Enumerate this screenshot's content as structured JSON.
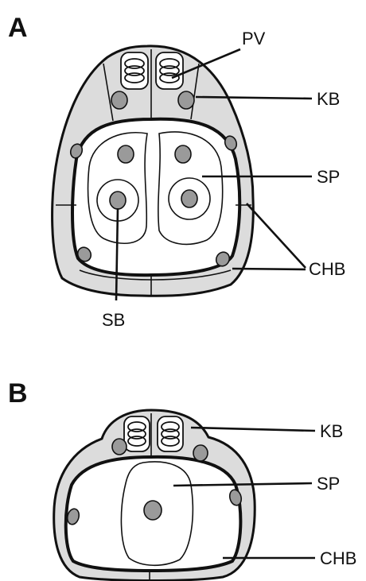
{
  "panels": [
    {
      "letter": "A",
      "labels": {
        "pv": "PV",
        "kb": "KB",
        "sp": "SP",
        "chb": "CHB",
        "sb": "SB"
      }
    },
    {
      "letter": "B",
      "labels": {
        "kb": "KB",
        "sp": "SP",
        "chb": "CHB"
      }
    }
  ],
  "colors": {
    "cell_fill": "#dcdcdc",
    "nucleus": "#9a9a9a",
    "outline": "#111111",
    "background": "#ffffff"
  }
}
